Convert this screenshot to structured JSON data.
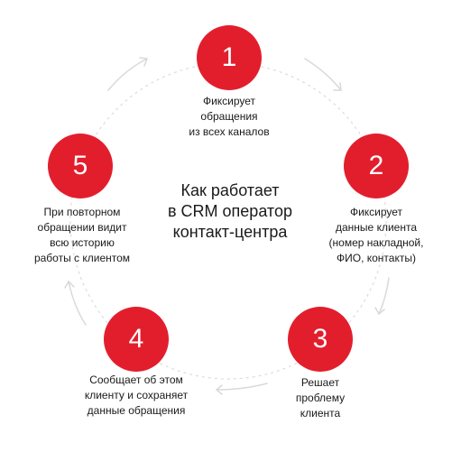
{
  "title": "Как работает\nв CRM оператор\nконтакт-центра",
  "colors": {
    "accent": "#e21e2d",
    "cycle_line": "#d9d9d9"
  },
  "steps": [
    {
      "number": "1",
      "text": "Фиксирует\nобращения\nиз всех каналов"
    },
    {
      "number": "2",
      "text": "Фиксирует\nданные клиента\n(номер накладной,\nФИО, контакты)"
    },
    {
      "number": "3",
      "text": "Решает\nпроблему\nклиента"
    },
    {
      "number": "4",
      "text": "Сообщает об этом\nклиенту и сохраняет\nданные обращения"
    },
    {
      "number": "5",
      "text": "При повторном\nобращении видит\nвсю историю\nработы с клиентом"
    }
  ]
}
